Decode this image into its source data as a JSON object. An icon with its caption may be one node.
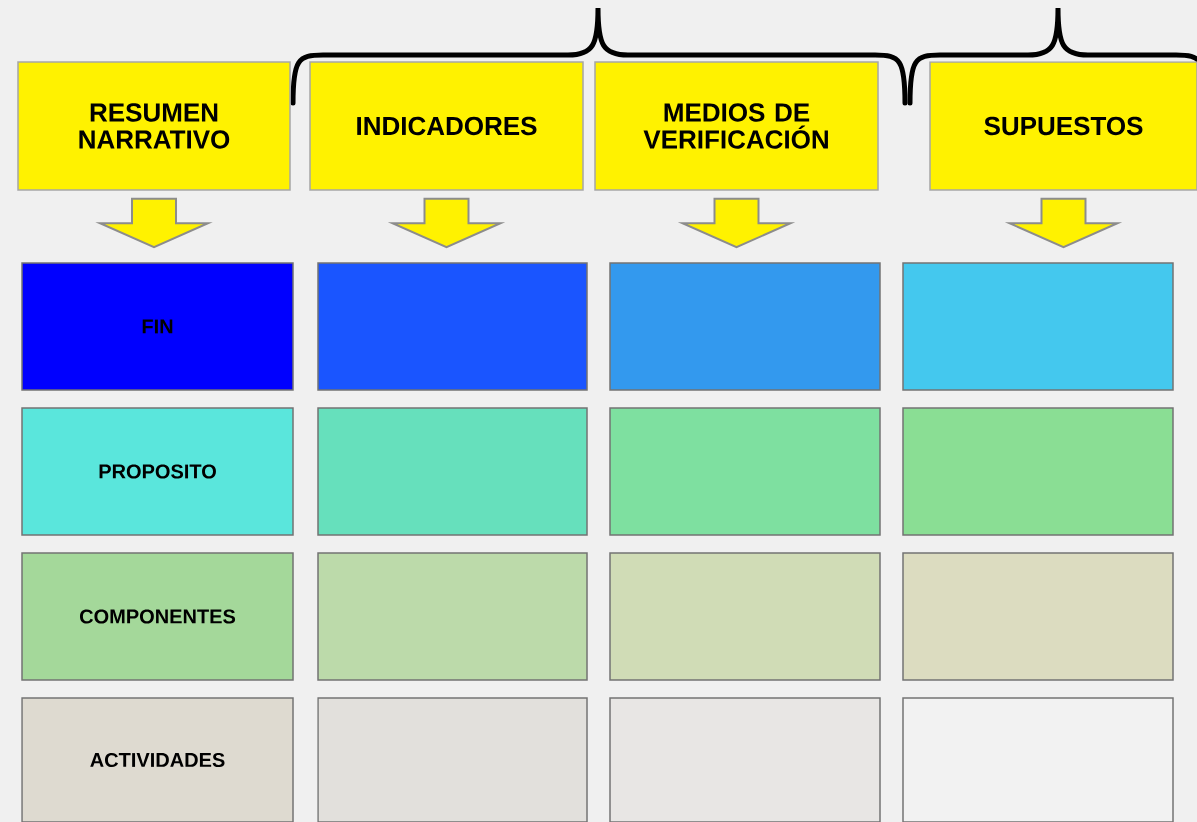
{
  "diagram": {
    "nodes": [
      {
        "text": [
          "RESUMEN NARRATIVO"
        ]
      },
      {
        "text": [
          "INDICADORES"
        ]
      },
      {
        "text": [
          "MEDIOS DE VERIFICACIÓN"
        ]
      },
      {
        "text": [
          "SUPUESTOS"
        ]
      },
      {
        "text": [
          "FIN"
        ]
      },
      {
        "text": [],
        "shape": "box"
      },
      {
        "text": [],
        "shape": "box"
      },
      {
        "text": [],
        "shape": "box"
      },
      {
        "text": [
          "PROPOSITO"
        ]
      },
      {
        "text": [],
        "shape": "box"
      },
      {
        "text": [],
        "shape": "box"
      },
      {
        "text": [],
        "shape": "box"
      },
      {
        "text": [
          "COMPONENTES"
        ]
      },
      {
        "text": [],
        "shape": "box"
      },
      {
        "text": [],
        "shape": "box"
      },
      {
        "text": [],
        "shape": "box"
      },
      {
        "text": [
          "ACTIVIDADES"
        ]
      },
      {
        "text": [],
        "shape": "box"
      },
      {
        "text": [],
        "shape": "box"
      },
      {
        "text": [],
        "shape": "box"
      }
    ],
    "edges": [
      {
        "from": 0,
        "to": 4,
        "arrow": "to"
      },
      {
        "from": 1,
        "to": 5,
        "arrow": "to"
      },
      {
        "from": 2,
        "to": 6,
        "arrow": "to"
      },
      {
        "from": 3,
        "to": 7,
        "arrow": "to"
      }
    ]
  }
}
